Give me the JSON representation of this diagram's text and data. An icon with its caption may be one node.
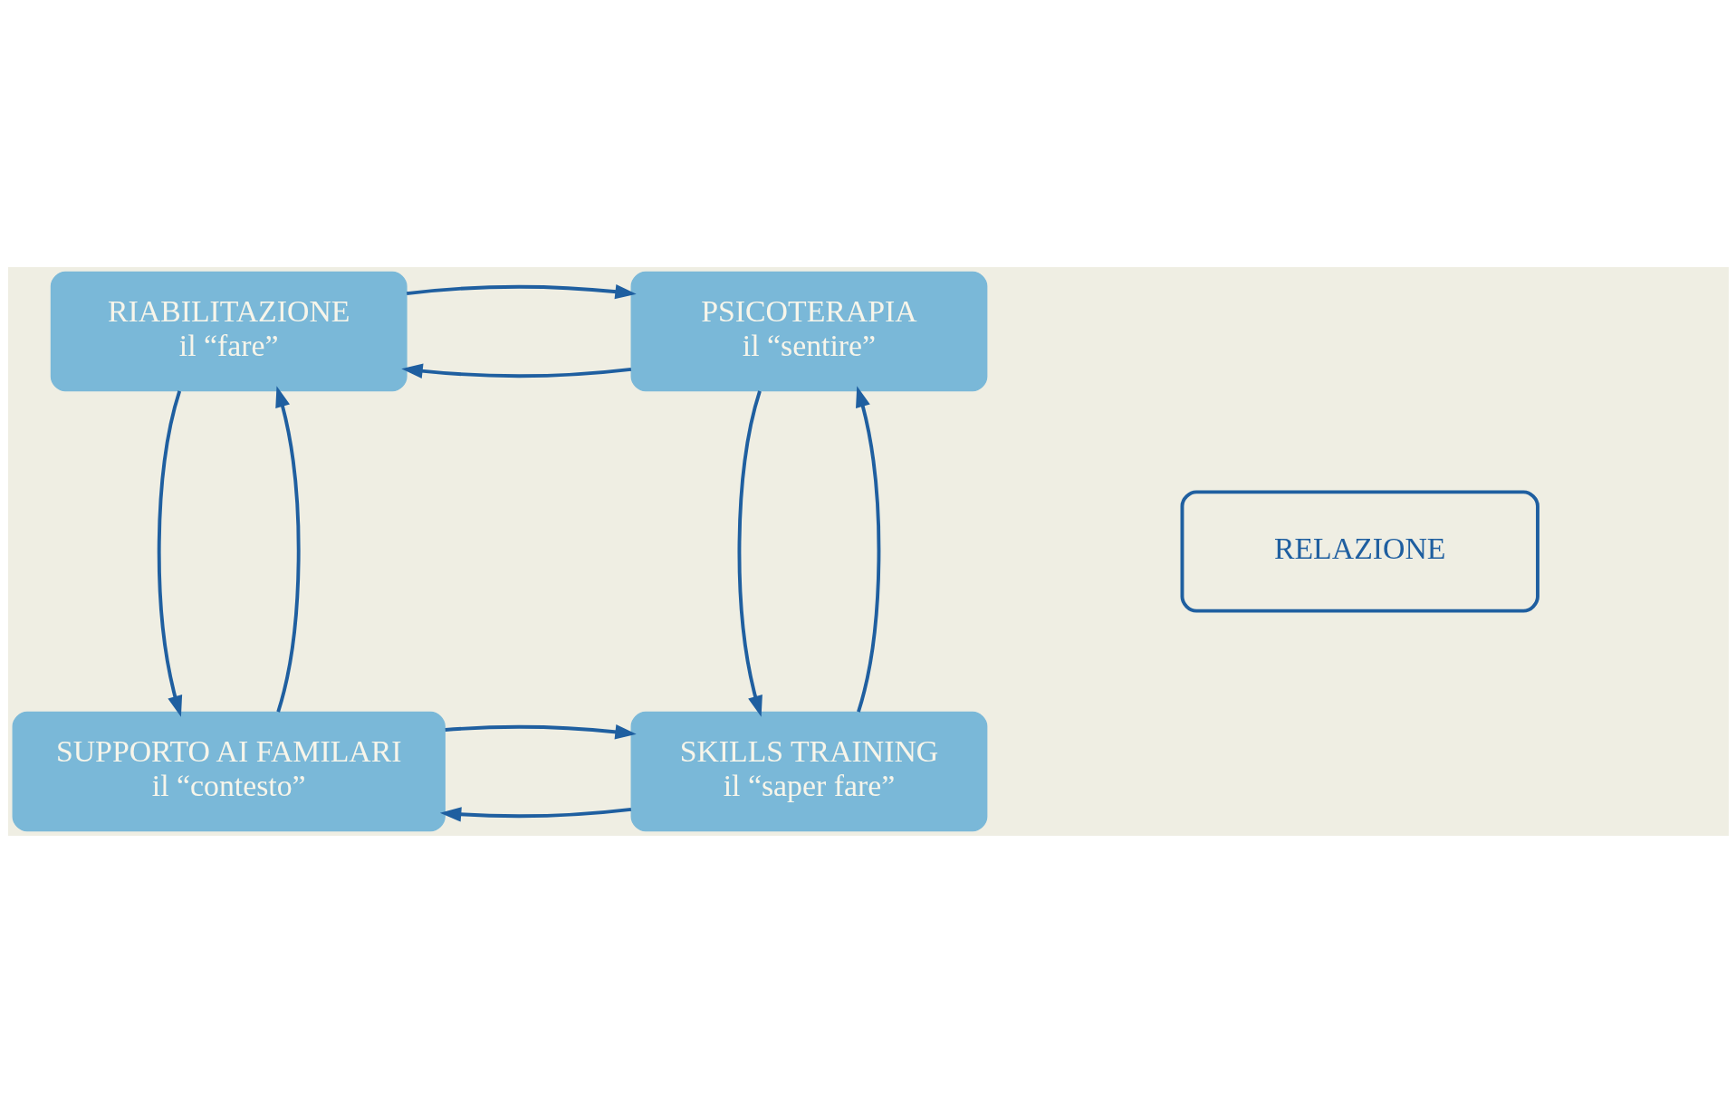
{
  "diagram": {
    "nodes": [
      {
        "text": [
          "RIABILITAZIONE",
          "il “fare”"
        ]
      },
      {
        "text": [
          "PSICOTERAPIA",
          "il “sentire”"
        ]
      },
      {
        "text": [
          "RELAZIONE"
        ]
      },
      {
        "text": [
          "SUPPORTO AI FAMILARI",
          "il “contesto”"
        ]
      },
      {
        "text": [
          "SKILLS TRAINING",
          "il “saper fare”"
        ]
      }
    ],
    "edges": [
      {
        "from": 1,
        "to": 0,
        "arrow": "to"
      },
      {
        "from": 0,
        "to": 1,
        "arrow": "to"
      },
      {
        "from": 0,
        "to": 3,
        "arrow": "to"
      },
      {
        "from": 3,
        "to": 0,
        "arrow": "to"
      },
      {
        "from": 1,
        "to": 4,
        "arrow": "to"
      },
      {
        "from": 4,
        "to": 1,
        "arrow": "to"
      },
      {
        "from": 4,
        "to": 3,
        "arrow": "to"
      },
      {
        "from": 3,
        "to": 4,
        "arrow": "to"
      }
    ]
  }
}
